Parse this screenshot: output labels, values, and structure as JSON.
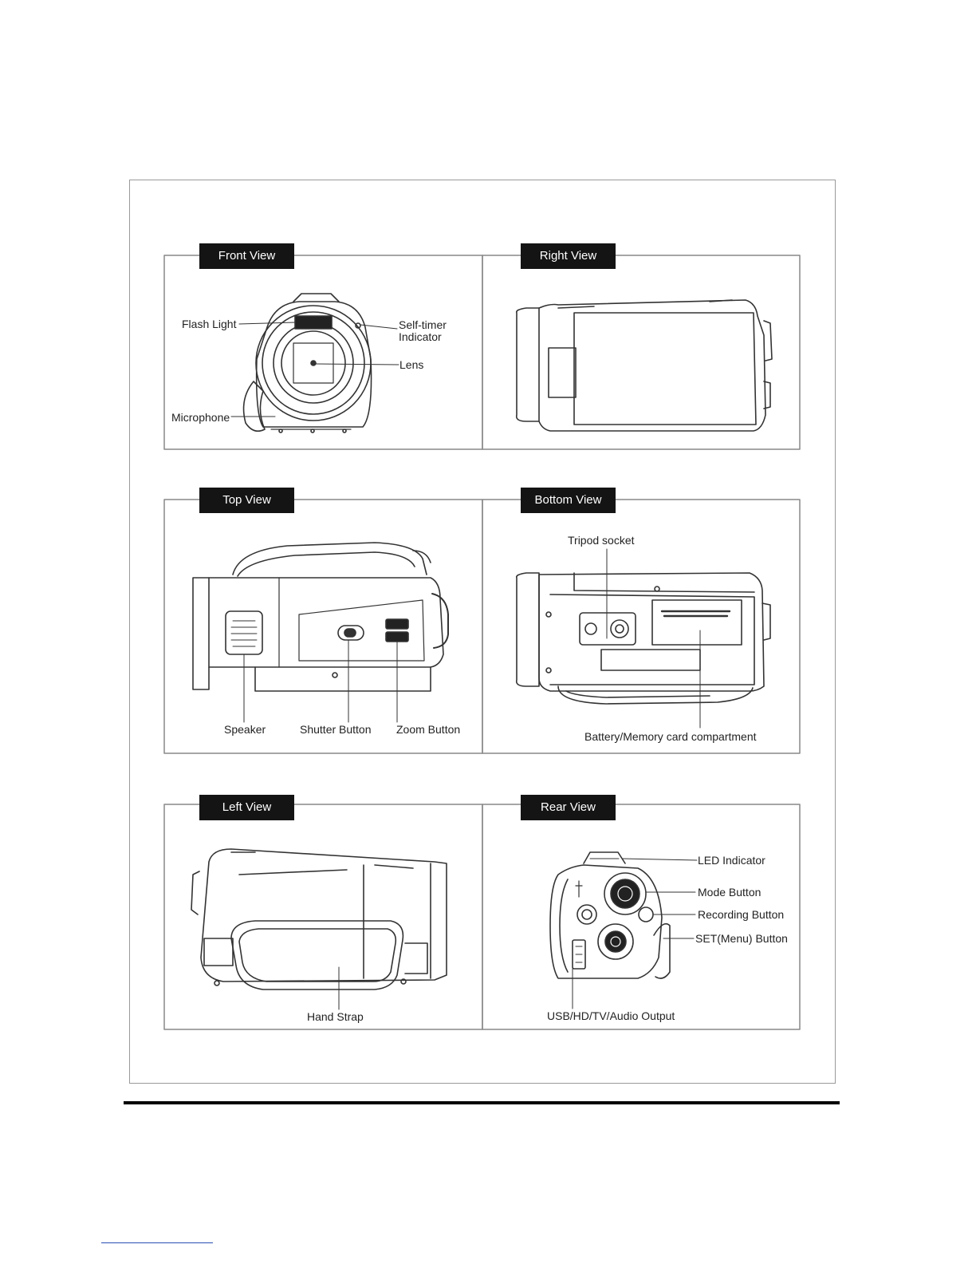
{
  "panels": {
    "front": {
      "title": "Front View",
      "labels": {
        "flash": "Flash Light",
        "selftimer_1": "Self-timer",
        "selftimer_2": "Indicator",
        "lens": "Lens",
        "microphone": "Microphone"
      }
    },
    "right": {
      "title": "Right View"
    },
    "top": {
      "title": "Top View",
      "labels": {
        "speaker": "Speaker",
        "shutter": "Shutter Button",
        "zoom": "Zoom Button"
      }
    },
    "bottom": {
      "title": "Bottom View",
      "labels": {
        "tripod": "Tripod socket",
        "battery": "Battery/Memory card compartment"
      }
    },
    "left": {
      "title": "Left View",
      "labels": {
        "strap": "Hand Strap"
      }
    },
    "rear": {
      "title": "Rear View",
      "labels": {
        "led": "LED Indicator",
        "mode": "Mode Button",
        "recording": "Recording Button",
        "set": "SET(Menu) Button",
        "usb": "USB/HD/TV/Audio Output"
      }
    }
  },
  "colors": {
    "line": "#333333",
    "panel_border": "#888888",
    "tab_bg": "#141414"
  }
}
